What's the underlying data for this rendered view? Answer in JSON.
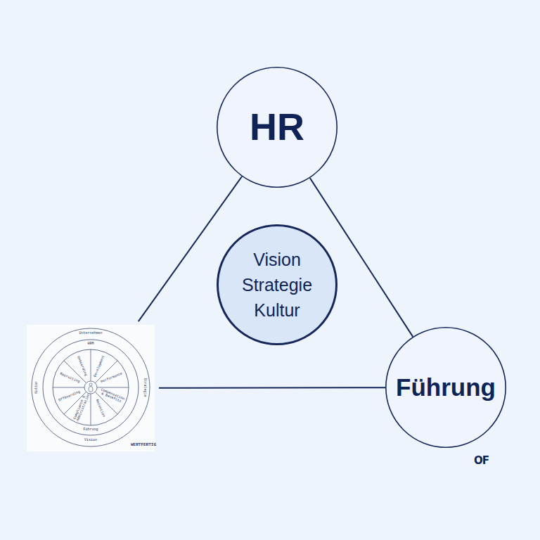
{
  "diagram": {
    "nodes": [
      {
        "text": [
          "HR"
        ]
      },
      {
        "text": [
          "Vision Strategie Kultur"
        ]
      },
      {
        "text": [
          "Unternehmen",
          "HRM",
          "Kultur",
          "Strategie",
          "Onboarding",
          "Development",
          "Performance",
          "Compensation & Benefits",
          "Retention",
          "Compliance & Administration",
          "Offboarding",
          "Recruiting",
          "Führung",
          "Vision",
          "WERTFERTIG"
        ]
      },
      {
        "text": [
          "Führung"
        ]
      }
    ],
    "edges": [
      {
        "from": 0,
        "to": 2,
        "arrow": "none"
      },
      {
        "from": 0,
        "to": 3,
        "arrow": "none"
      },
      {
        "from": 2,
        "to": 3,
        "arrow": "none"
      }
    ],
    "labels": [
      "OF"
    ]
  }
}
